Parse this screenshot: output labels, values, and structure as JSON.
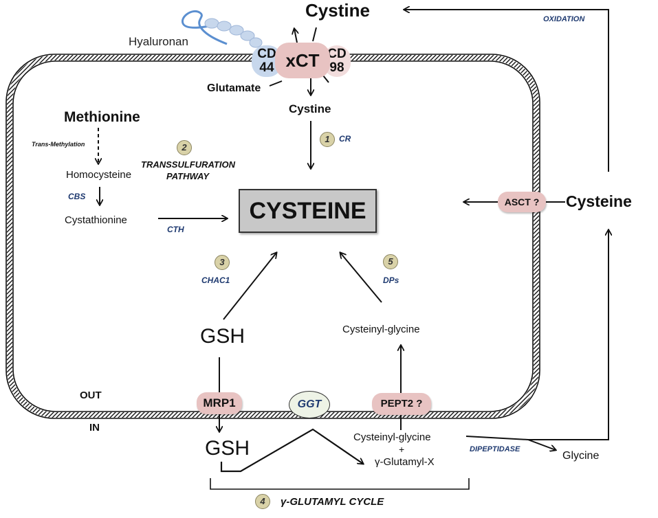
{
  "labels": {
    "cystine_top": "Cystine",
    "oxidation": "OXIDATION",
    "hyaluronan": "Hyaluronan",
    "cd44_a": "CD",
    "cd44_b": "44",
    "xct": "xCT",
    "cd98_a": "CD",
    "cd98_b": "98",
    "glutamate": "Glutamate",
    "cystine_in": "Cystine",
    "methionine": "Methionine",
    "trans_methylation": "Trans-Methylation",
    "homocysteine": "Homocysteine",
    "cbs": "CBS",
    "cystathionine": "Cystathionine",
    "cth": "CTH",
    "transsulfuration_1": "TRANSSULFURATION",
    "transsulfuration_2": "PATHWAY",
    "cr": "CR",
    "cysteine_center": "CYSTEINE",
    "asct": "ASCT ?",
    "cysteine_out": "Cysteine",
    "chac1": "CHAC1",
    "dps": "DPs",
    "gsh_in": "GSH",
    "cysteinyl_glycine_in": "Cysteinyl-glycine",
    "out": "OUT",
    "in": "IN",
    "mrp1": "MRP1",
    "ggt": "GGT",
    "pept2": "PEPT2 ?",
    "gsh_out": "GSH",
    "cysteinyl_glycine_out": "Cysteinyl-glycine",
    "plus": "+",
    "glutamyl_x": "γ-Glutamyl-X",
    "dipeptidase": "DIPEPTIDASE",
    "glycine": "Glycine",
    "glutamyl_cycle": "γ-GLUTAMYL  CYCLE"
  },
  "steps": [
    "1",
    "2",
    "3",
    "4",
    "5"
  ],
  "colors": {
    "enzyme_text": "#1f3a70",
    "transporter_fill": "#e8c3c2",
    "cd44_fill": "#c7d7ec",
    "step_badge": "#d9d2a8",
    "ggt_fill": "#eef3e6",
    "cysteine_box": "#c8c8c8",
    "hyaluronan_chain": "#5b8fd0"
  }
}
